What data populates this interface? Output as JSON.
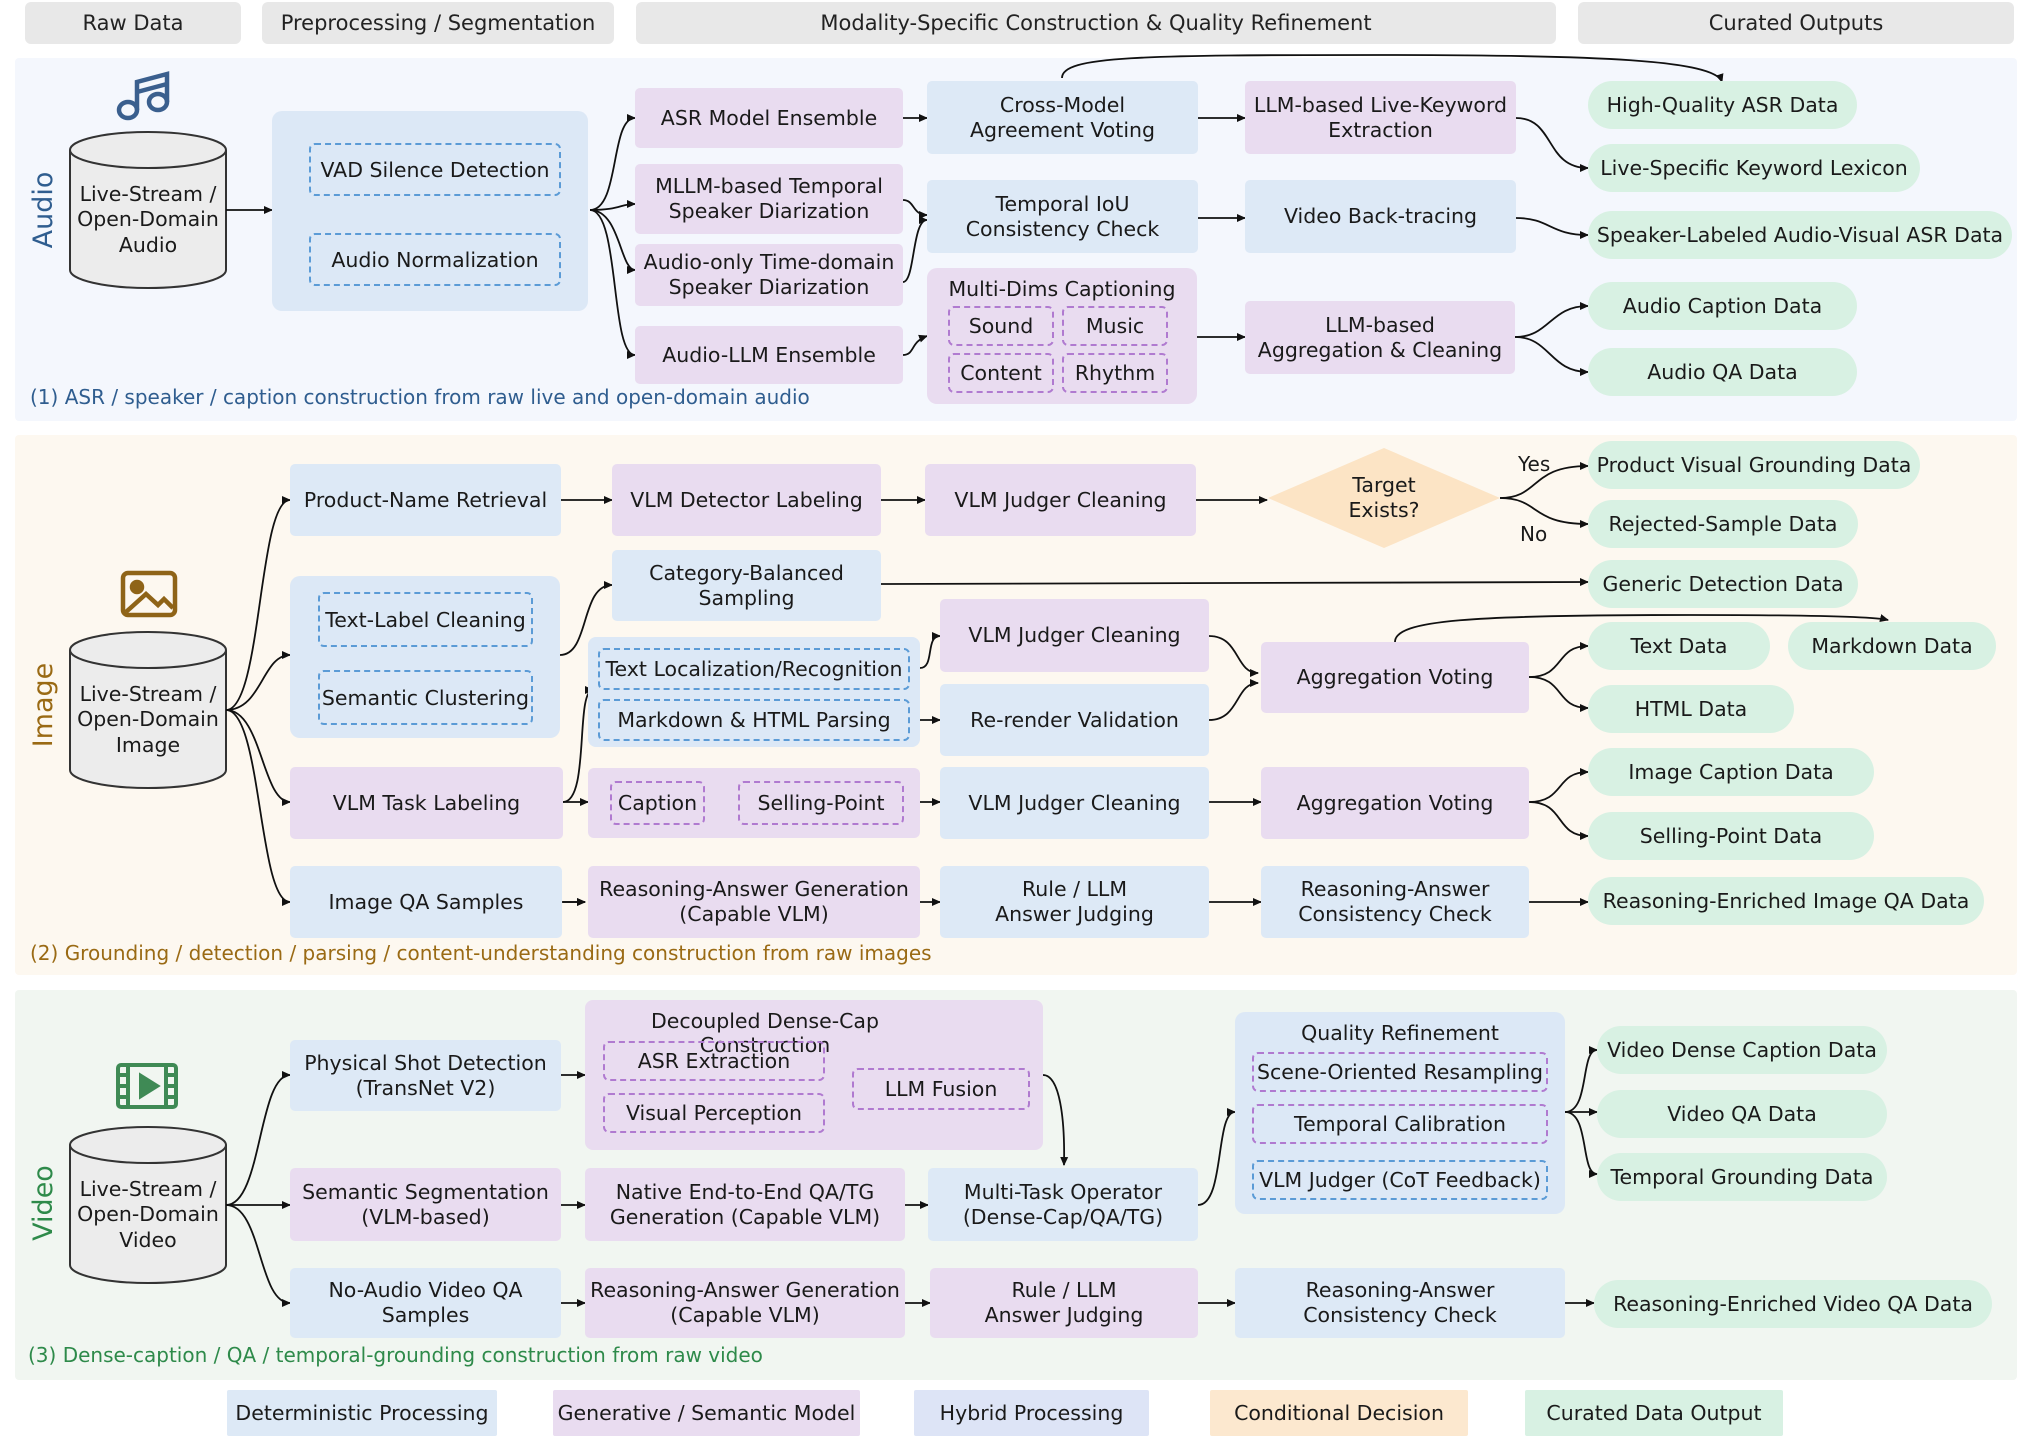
{
  "headers": [
    "Raw Data",
    "Preprocessing / Segmentation",
    "Modality-Specific Construction & Quality Refinement",
    "Curated Outputs"
  ],
  "audio": {
    "label": "Audio",
    "source": [
      "Live-Stream /",
      "Open-Domain",
      "Audio"
    ],
    "preproc": [
      "VAD Silence Detection",
      "Audio Normalization"
    ],
    "asr_ensemble": "ASR Model Ensemble",
    "mllm_diar": [
      "MLLM-based Temporal",
      "Speaker Diarization"
    ],
    "audio_diar": [
      "Audio-only Time-domain",
      "Speaker Diarization"
    ],
    "audio_llm": "Audio-LLM Ensemble",
    "cross_voting": [
      "Cross-Model",
      "Agreement Voting"
    ],
    "iou_check": [
      "Temporal IoU",
      "Consistency Check"
    ],
    "captioning_title": "Multi-Dims Captioning",
    "captioning_dims": [
      "Sound",
      "Music",
      "Content",
      "Rhythm"
    ],
    "keyword_extract": [
      "LLM-based Live-Keyword",
      "Extraction"
    ],
    "backtracing": "Video Back-tracing",
    "aggregation": [
      "LLM-based",
      "Aggregation & Cleaning"
    ],
    "outputs": [
      "High-Quality ASR Data",
      "Live-Specific Keyword Lexicon",
      "Speaker-Labeled Audio-Visual ASR Data",
      "Audio Caption Data",
      "Audio QA Data"
    ],
    "caption": "(1) ASR / speaker / caption construction from raw live and open-domain audio"
  },
  "image": {
    "label": "Image",
    "source": [
      "Live-Stream /",
      "Open-Domain",
      "Image"
    ],
    "product_retrieval": "Product-Name Retrieval",
    "text_cleaning": "Text-Label Cleaning",
    "semantic_clustering": "Semantic Clustering",
    "vlm_task": "VLM Task Labeling",
    "qa_samples": "Image QA Samples",
    "detector": "VLM Detector Labeling",
    "judger1": "VLM Judger Cleaning",
    "target": [
      "Target",
      "Exists?"
    ],
    "yes": "Yes",
    "no": "No",
    "category": [
      "Category-Balanced",
      "Sampling"
    ],
    "text_loc": "Text Localization/Recognition",
    "markdown_parse": "Markdown & HTML Parsing",
    "judger2": "VLM Judger Cleaning",
    "rerender": "Re-render Validation",
    "aggregation1": "Aggregation Voting",
    "caption_tag": "Caption",
    "selling_tag": "Selling-Point",
    "judger3": "VLM Judger Cleaning",
    "aggregation2": "Aggregation Voting",
    "reasoning_gen": [
      "Reasoning-Answer Generation",
      "(Capable VLM)"
    ],
    "rule_judge": [
      "Rule / LLM",
      "Answer Judging"
    ],
    "reasoning_check": [
      "Reasoning-Answer",
      "Consistency Check"
    ],
    "outputs": [
      "Product Visual Grounding Data",
      "Rejected-Sample Data",
      "Generic Detection Data",
      "Text Data",
      "Markdown Data",
      "HTML Data",
      "Image Caption Data",
      "Selling-Point Data",
      "Reasoning-Enriched Image QA Data"
    ],
    "caption": "(2) Grounding / detection / parsing / content-understanding construction from raw images"
  },
  "video": {
    "label": "Video",
    "source": [
      "Live-Stream /",
      "Open-Domain",
      "Video"
    ],
    "shot": [
      "Physical Shot Detection",
      "(TransNet V2)"
    ],
    "semantic_seg": [
      "Semantic Segmentation",
      "(VLM-based)"
    ],
    "noaudio": [
      "No-Audio Video QA",
      "Samples"
    ],
    "densecap_title": "Decoupled Dense-Cap Construction",
    "asr_extract": "ASR Extraction",
    "visual_perception": "Visual Perception",
    "llm_fusion": "LLM Fusion",
    "native_gen": [
      "Native End-to-End QA/TG",
      "Generation (Capable VLM)"
    ],
    "multitask": [
      "Multi-Task Operator",
      "(Dense-Cap/QA/TG)"
    ],
    "reasoning_gen": [
      "Reasoning-Answer Generation",
      "(Capable VLM)"
    ],
    "rule_judge": [
      "Rule / LLM",
      "Answer Judging"
    ],
    "reasoning_check": [
      "Reasoning-Answer",
      "Consistency Check"
    ],
    "qr_title": "Quality Refinement",
    "qr_items": [
      "Scene-Oriented Resampling",
      "Temporal Calibration",
      "VLM Judger (CoT Feedback)"
    ],
    "outputs": [
      "Video Dense Caption Data",
      "Video QA Data",
      "Temporal Grounding Data",
      "Reasoning-Enriched Video QA Data"
    ],
    "caption": "(3) Dense-caption / QA / temporal-grounding construction from raw video"
  },
  "legend": [
    "Deterministic Processing",
    "Generative / Semantic Model",
    "Hybrid Processing",
    "Conditional Decision",
    "Curated Data Output"
  ],
  "colors": {
    "deterministic": "#dde9f6",
    "generative": "#e9dcf0",
    "hybrid": "#dde9f6",
    "conditional": "#fce8cf",
    "output": "#d8f1e3",
    "audio_accent": "#2f5d8f",
    "image_accent": "#9a6a14",
    "video_accent": "#2e8a4a"
  },
  "icons": {
    "audio": "music-note-icon",
    "image": "picture-icon",
    "video": "film-icon"
  }
}
